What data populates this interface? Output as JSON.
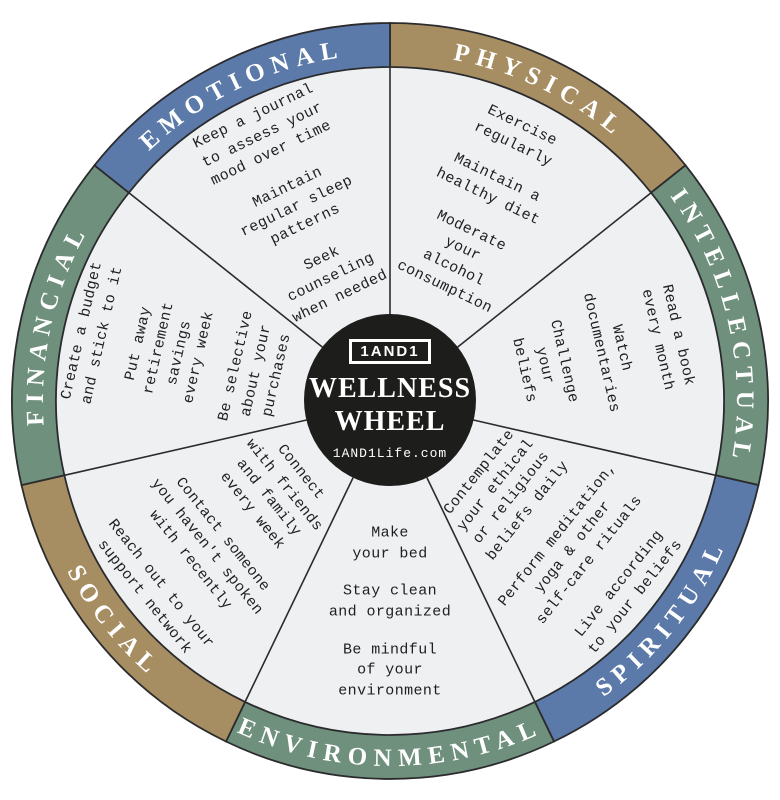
{
  "title": "Wellness Wheel infographic",
  "colors": {
    "blue": "#5b7aa9",
    "tan": "#a78e62",
    "green": "#6e907d",
    "wheel_bg": "#eef0f2",
    "center_bg": "#1d1d1b",
    "line": "#2b2b2e",
    "label_text": "#ffffff",
    "tip_text": "#1f1f1f"
  },
  "center": {
    "logo": "1AND1",
    "title": "WELLNESS\nWHEEL",
    "url": "1AND1Life.com"
  },
  "segments": [
    {
      "label": "PHYSICAL",
      "color": "#a78e62",
      "tips": [
        "Exercise\nregularly",
        "Maintain a\nhealthy diet",
        "Moderate\nyour\nalcohol\nconsumption"
      ]
    },
    {
      "label": "INTELLECTUAL",
      "color": "#6e907d",
      "tips": [
        "Read a book\nevery month",
        "Watch\ndocumentaries",
        "Challenge\nyour\nbeliefs"
      ]
    },
    {
      "label": "SPIRITUAL",
      "color": "#5b7aa9",
      "tips": [
        "Contemplate\nyour ethical\nor religious\nbeliefs daily",
        "Perform meditation,\nyoga & other\nself-care rituals",
        "Live according\nto your beliefs"
      ]
    },
    {
      "label": "ENVIRONMENTAL",
      "color": "#6e907d",
      "tips": [
        "Make\nyour bed",
        "Stay clean\nand organized",
        "Be mindful\nof your\nenvironment"
      ]
    },
    {
      "label": "SOCIAL",
      "color": "#a78e62",
      "tips": [
        "Connect\nwith friends\nand family\nevery week",
        "Contact someone\nyou haven't spoken\nwith recently",
        "Reach out to your\nsupport network"
      ]
    },
    {
      "label": "FINANCIAL",
      "color": "#6e907d",
      "tips": [
        "Create a budget\nand stick to it",
        "Put away\nretirement\nsavings\nevery week",
        "Be selective\nabout your\npurchases"
      ]
    },
    {
      "label": "EMOTIONAL",
      "color": "#5b7aa9",
      "tips": [
        "Keep a journal\nto assess your\nmood over time",
        "Maintain\nregular sleep\npatterns",
        "Seek\ncounseling\nwhen needed"
      ]
    }
  ]
}
